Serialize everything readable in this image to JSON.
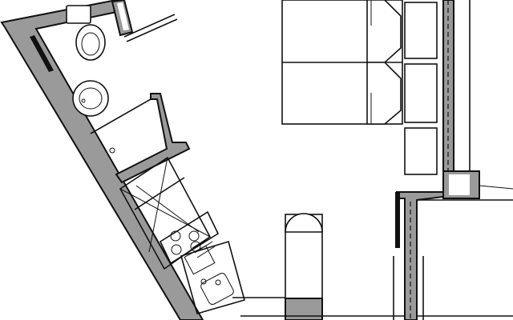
{
  "floor_plan": {
    "colors": {
      "wall_fill": "#9a9a9a",
      "line": "#111111",
      "background": "#ffffff"
    },
    "rooms": [
      "bathroom",
      "kitchenette",
      "living-bedroom"
    ],
    "fixtures": [
      "toilet",
      "washbasin",
      "shower",
      "cooktop",
      "kitchen-sink",
      "double-bed",
      "armchair",
      "window",
      "door",
      "sliding-door"
    ]
  }
}
